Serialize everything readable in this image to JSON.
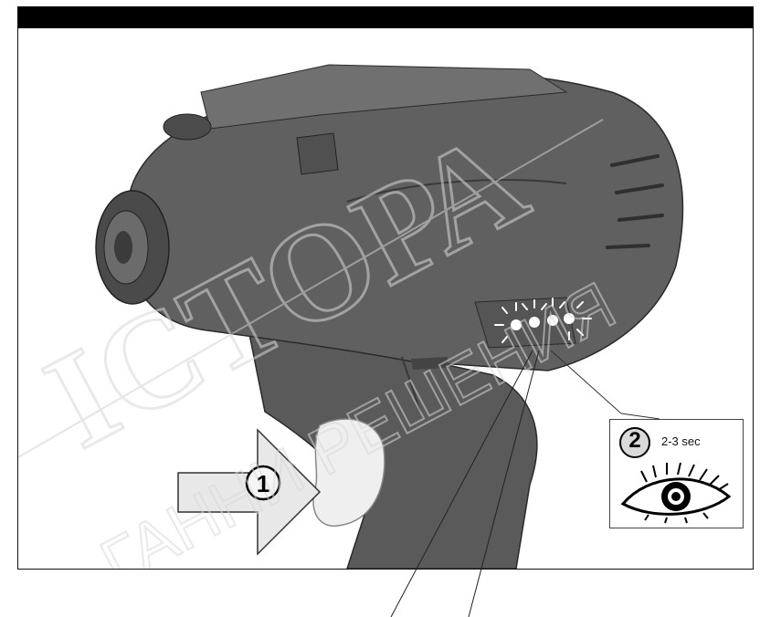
{
  "figure": {
    "step1_number": "1",
    "step2_number": "2",
    "step2_duration": "2-3 sec",
    "watermark_line1": "ІСТОРА",
    "watermark_line2": "ГАННИ РЕШЕНИЯ"
  },
  "icons": {
    "press_arrow": "arrow-right-icon",
    "eye": "eye-icon",
    "led_flash": "led-flash-icon"
  },
  "colors": {
    "tool_body": "#5e5e5e",
    "tool_dark": "#3f3f3f",
    "tool_light": "#7a7a7a",
    "trigger": "#efefef",
    "arrow_fill": "#e8e8e8",
    "watermark": "#bdbdbd"
  }
}
